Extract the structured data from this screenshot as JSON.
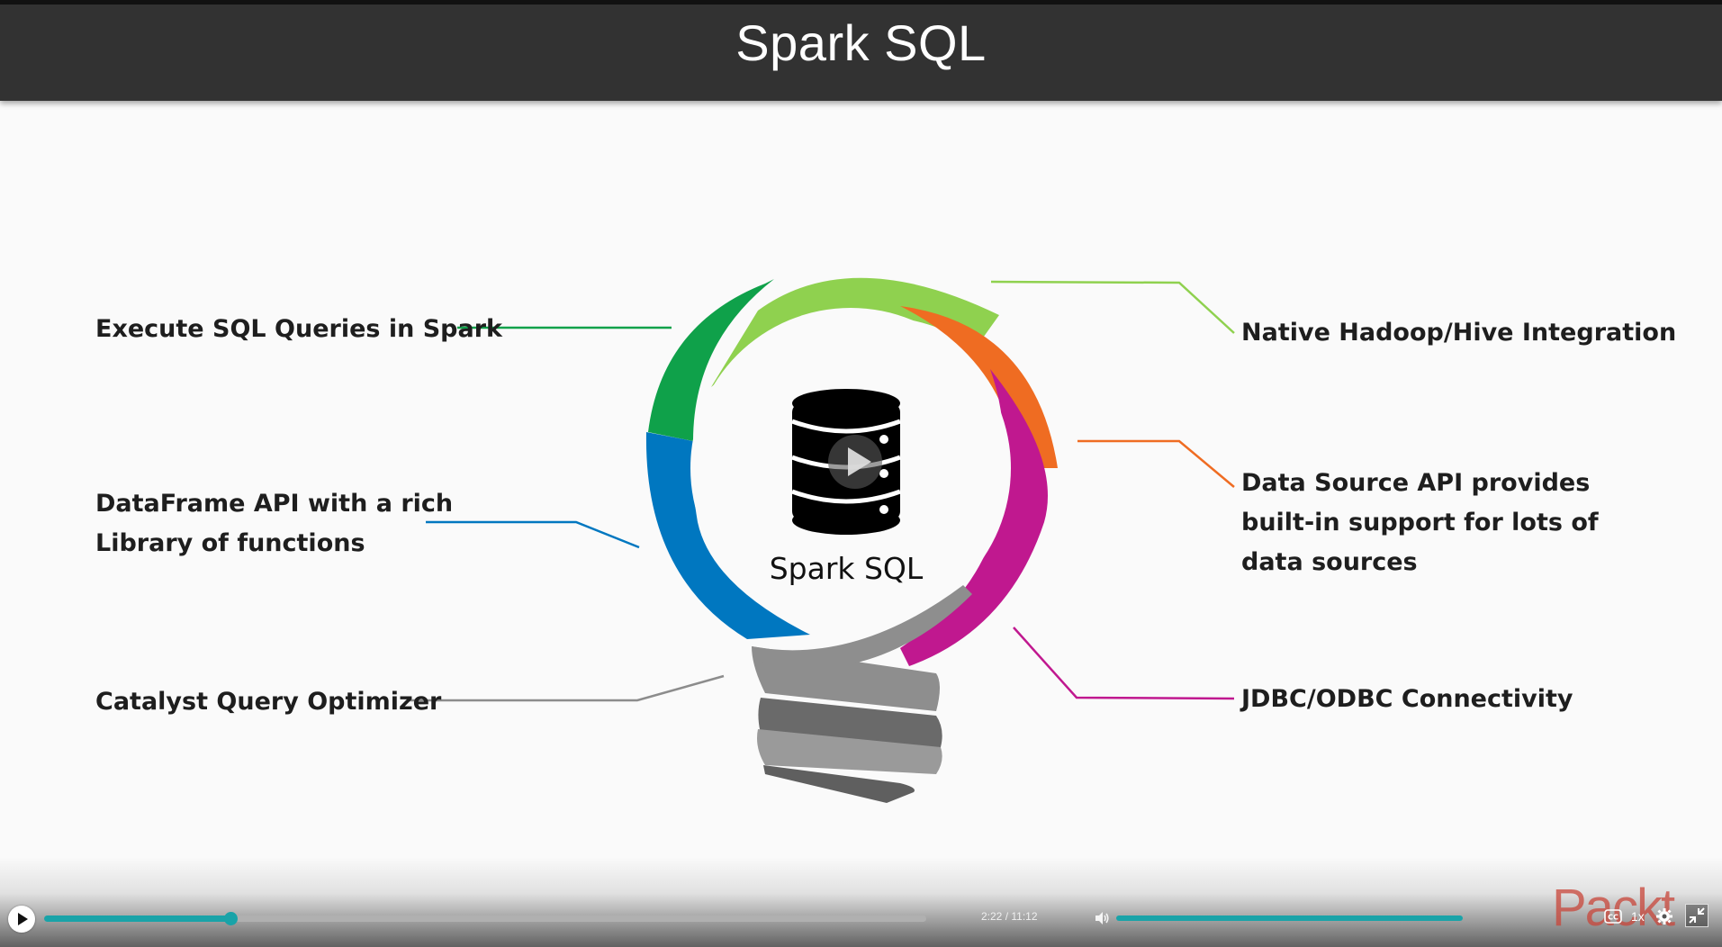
{
  "slide": {
    "title": "Spark SQL",
    "center_caption": "Spark SQL",
    "features": [
      {
        "lines": [
          "Execute SQL Queries in Spark"
        ],
        "color": "#0fa14a"
      },
      {
        "lines": [
          "DataFrame API with a rich",
          "Library of functions"
        ],
        "color": "#0077c0"
      },
      {
        "lines": [
          "Catalyst Query Optimizer"
        ],
        "color": "#8c8c8c"
      },
      {
        "lines": [
          "Native Hadoop/Hive Integration"
        ],
        "color": "#8fd14f"
      },
      {
        "lines": [
          "Data Source API provides",
          "built-in support for lots of",
          "data sources"
        ],
        "color": "#ef6c22"
      },
      {
        "lines": [
          "JDBC/ODBC Connectivity"
        ],
        "color": "#c0188f"
      }
    ],
    "icons": [
      "database-icon",
      "lightbulb-graphic"
    ]
  },
  "player": {
    "current_time": "2:22",
    "separator": "/",
    "duration": "11:12",
    "time_display": "2:22 / 11:12",
    "progress_fraction": 0.2113,
    "volume_fraction": 1.0,
    "speed": "1x",
    "brand": "Packt",
    "accent_color": "#19a3a8",
    "icons": [
      "play-icon",
      "volume-icon",
      "cc-icon",
      "gear-icon",
      "fullscreen-exit-icon"
    ]
  }
}
